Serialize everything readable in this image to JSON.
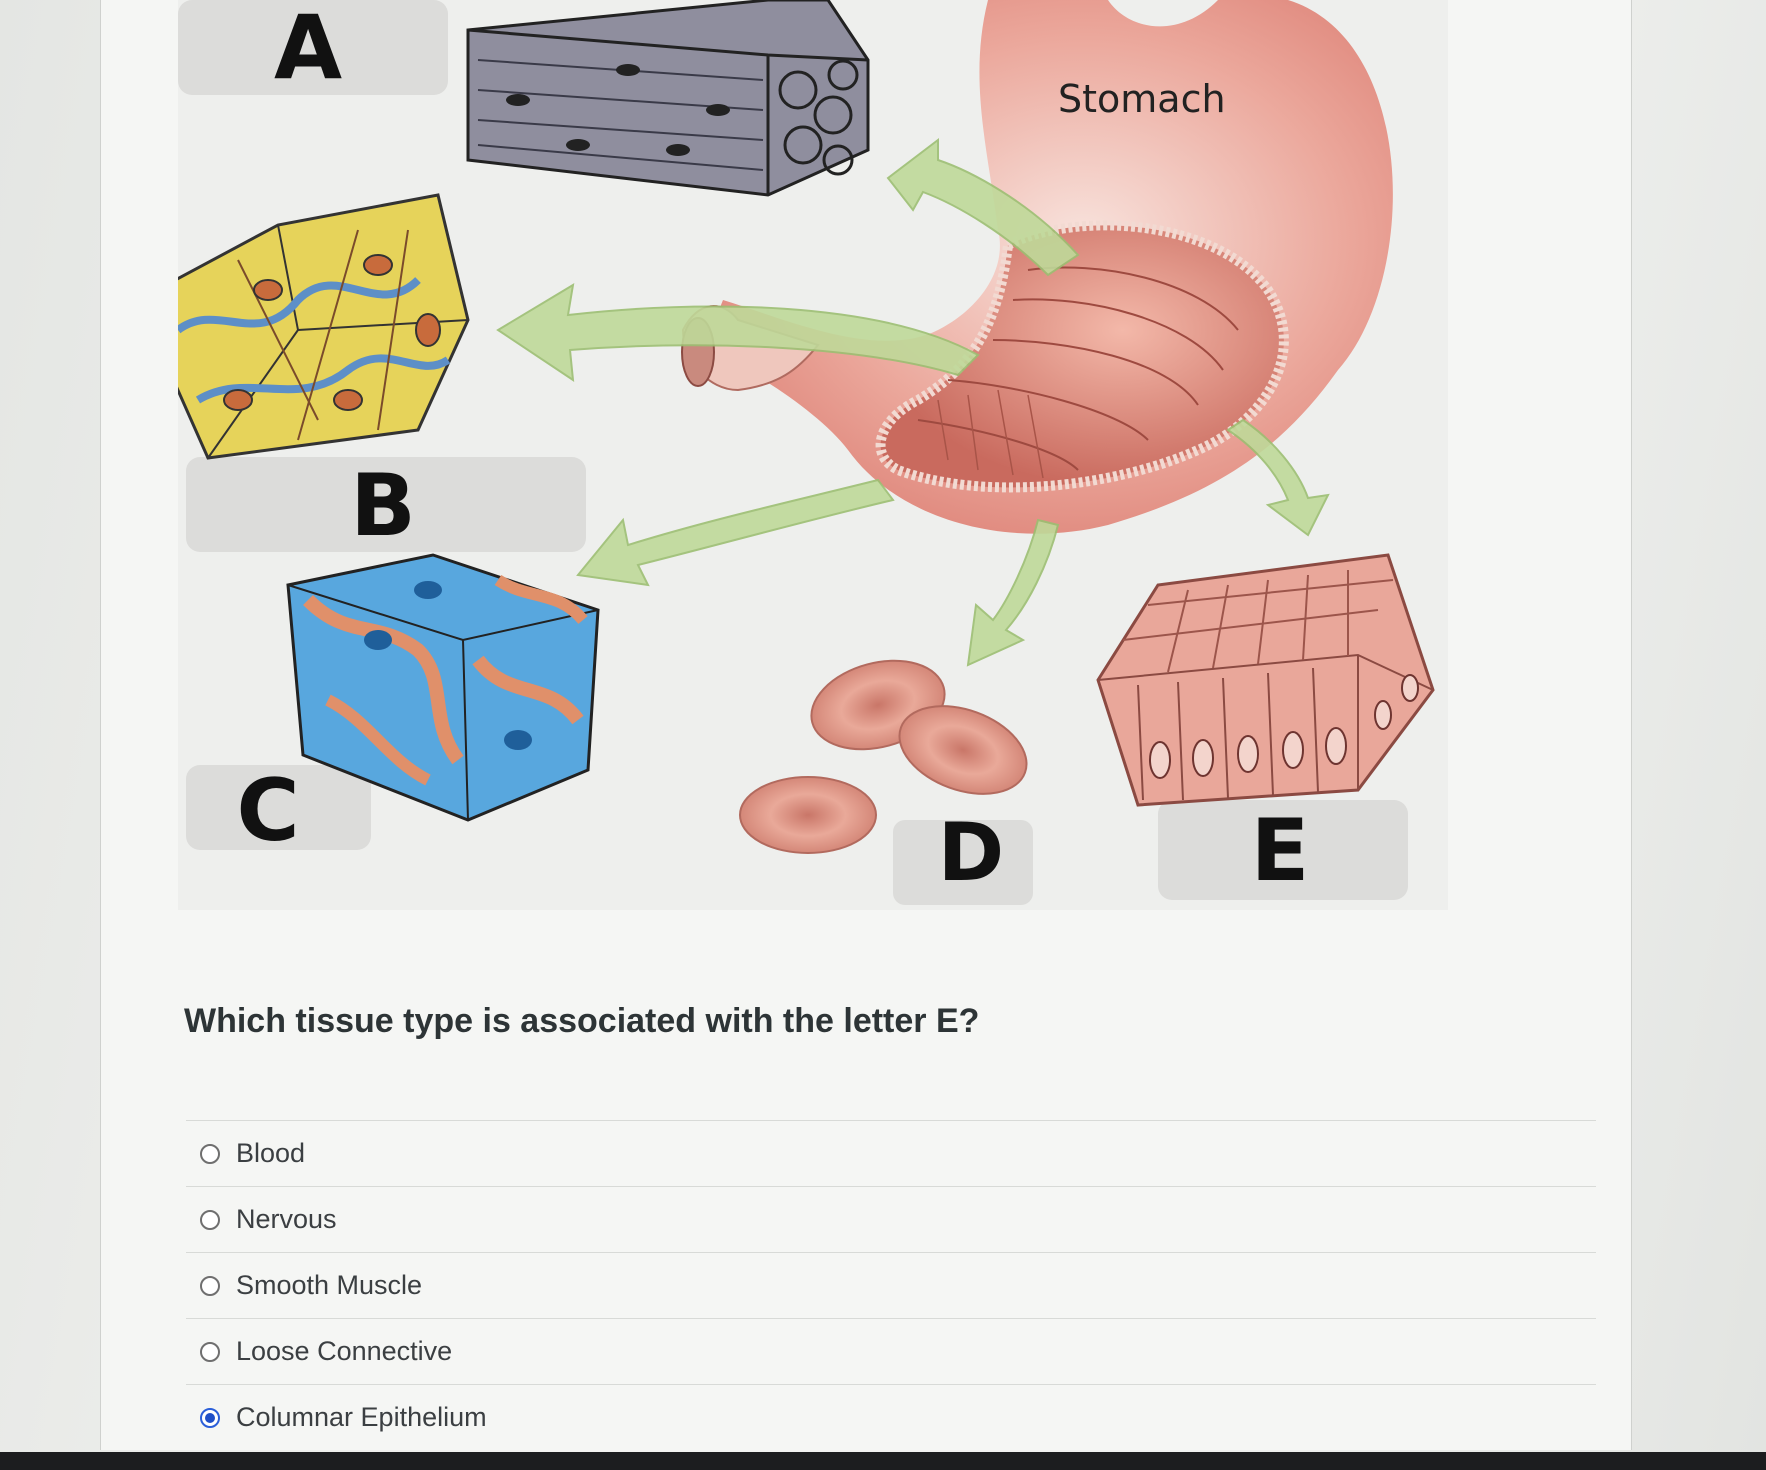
{
  "figure": {
    "labels": {
      "a": "A",
      "b": "B",
      "c": "C",
      "d": "D",
      "e": "E",
      "stomach": "Stomach"
    },
    "colors": {
      "stomach": "#e89a8e",
      "arrow": "#b9d68f",
      "label_box": "#dcdcda"
    }
  },
  "question": {
    "text": "Which tissue type is associated with the letter E?"
  },
  "answers": [
    {
      "label": "Blood",
      "selected": false
    },
    {
      "label": "Nervous",
      "selected": false
    },
    {
      "label": "Smooth Muscle",
      "selected": false
    },
    {
      "label": "Loose Connective",
      "selected": false
    },
    {
      "label": "Columnar Epithelium",
      "selected": true
    }
  ],
  "accent_color": "#1f4fc8"
}
